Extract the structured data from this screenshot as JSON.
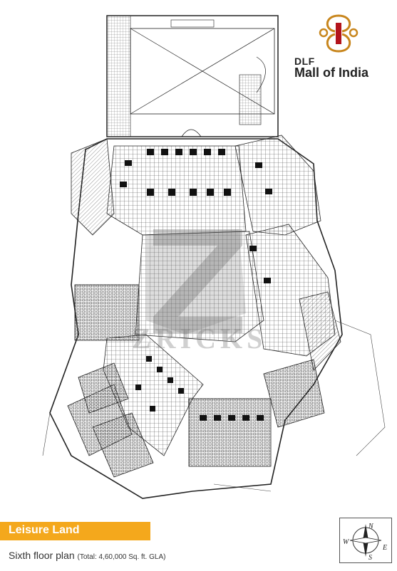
{
  "brand": {
    "top": "DLF",
    "name": "Mall of India",
    "accent": "#c8861d"
  },
  "watermark": "ZRICKS",
  "banner": {
    "label": "Leisure Land",
    "color": "#f4a81c"
  },
  "caption": {
    "title": "Sixth floor plan",
    "note": "(Total: 4,60,000 Sq. ft. GLA)"
  },
  "compass": {
    "n": "N",
    "e": "E",
    "s": "S",
    "w": "W"
  }
}
